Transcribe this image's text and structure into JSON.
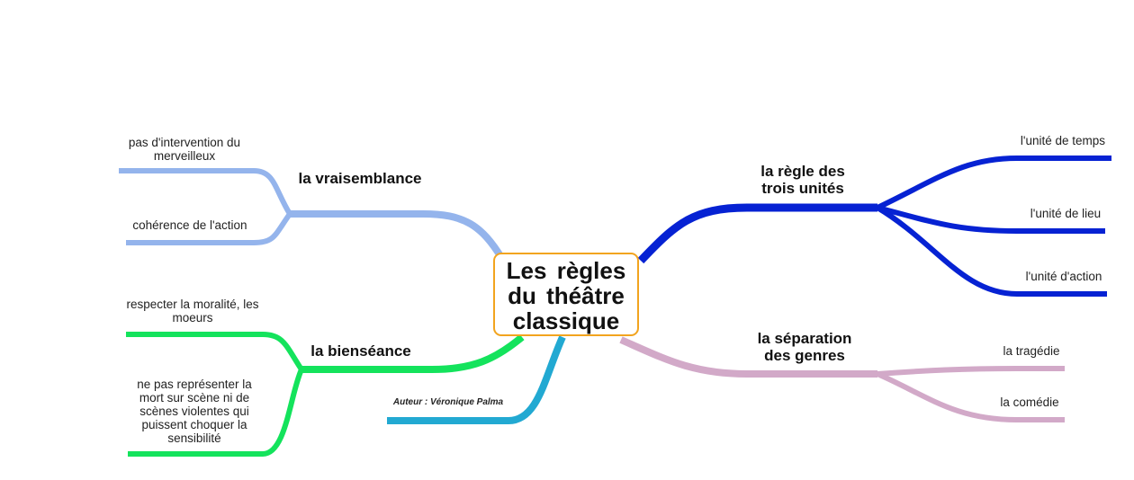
{
  "center": {
    "title": "Les règles du théâtre classique",
    "border_color": "#f2a41f"
  },
  "colors": {
    "vraisemblance": "#94b4ec",
    "bienseance": "#14e35c",
    "unites": "#0622d3",
    "genres": "#d2a9c8",
    "auteur": "#22a9d2"
  },
  "branches": {
    "vraisemblance": {
      "label": "la vraisemblance",
      "children": [
        "pas d'intervention du merveilleux",
        "cohérence de l'action"
      ]
    },
    "bienseance": {
      "label": "la bienséance",
      "children": [
        "respecter la moralité, les moeurs",
        "ne pas représenter la mort sur scène ni de scènes violentes qui puissent choquer la sensibilité"
      ]
    },
    "unites": {
      "label": "la règle des trois unités",
      "children": [
        "l'unité de temps",
        "l'unité de lieu",
        "l'unité d'action"
      ]
    },
    "genres": {
      "label": "la séparation des genres",
      "children": [
        "la tragédie",
        "la comédie"
      ]
    },
    "auteur": {
      "label": "Auteur : Véronique Palma"
    }
  }
}
